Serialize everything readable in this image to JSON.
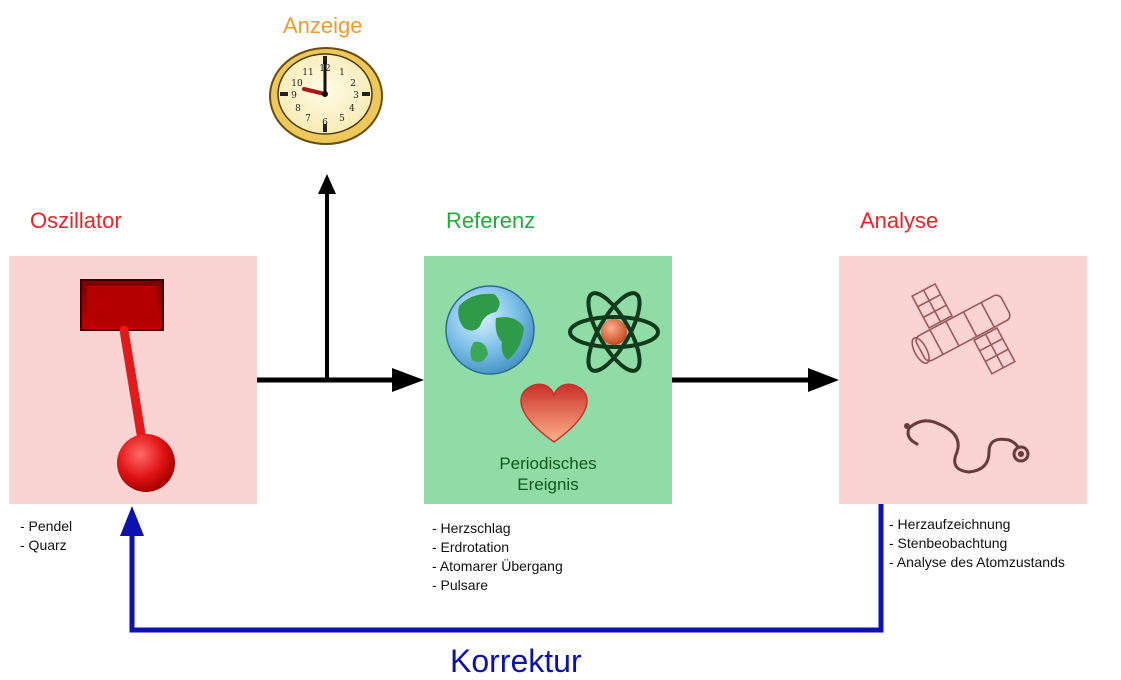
{
  "titles": {
    "display": "Anzeige",
    "oscillator": "Oszillator",
    "reference": "Referenz",
    "analysis": "Analyse",
    "correction": "Korrektur"
  },
  "reference_box": {
    "caption_line1": "Periodisches",
    "caption_line2": "Ereignis"
  },
  "clock": {
    "numbers": [
      "12",
      "1",
      "2",
      "3",
      "4",
      "5",
      "6",
      "7",
      "8",
      "9",
      "10",
      "11"
    ]
  },
  "lists": {
    "oscillator": [
      "- Pendel",
      "- Quarz"
    ],
    "reference": [
      "- Herzschlag",
      "- Erdrotation",
      "- Atomarer Übergang",
      "- Pulsare"
    ],
    "analysis": [
      "- Herzaufzeichnung",
      "- Stenbeobachtung",
      "- Analyse des Atomzustands"
    ]
  },
  "colors": {
    "display_title": "#f39a2a",
    "oscillator_title": "#e8242b",
    "reference_title": "#1fae3a",
    "analysis_title": "#e8242b",
    "correction": "#0b12b0",
    "pink_box": "#fbd3d3",
    "green_box": "#8fdca6"
  }
}
